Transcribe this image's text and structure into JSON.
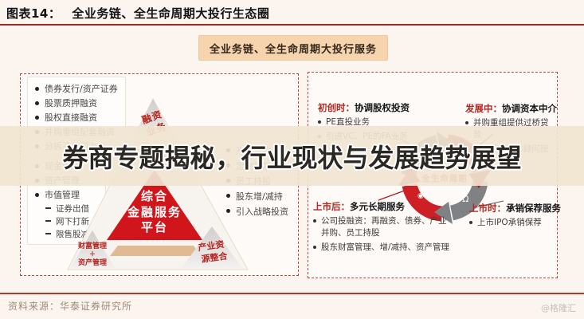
{
  "page": {
    "fig_label": "图表14：",
    "fig_title": "全业务链、全生命周期大投行生态圈",
    "banner": "全业务链、全生命周期大投行服务",
    "watermark": "券商专题揭秘，行业现状与发展趋势展望",
    "source": "资料来源：华泰证券研究所",
    "credit": "@格隆汇"
  },
  "left_panel": {
    "services_left": [
      "债券发行/资产证券",
      "股票质押融资",
      "股权直接融资",
      "并购重组配套融资",
      "分拆子公司上市",
      "现金管理",
      "资产管理",
      "市值管理"
    ],
    "sub_services": [
      "证券出借",
      "网下打新",
      "限售股减持"
    ],
    "services_right": [
      "产业并购",
      "定向增发",
      "员工持股",
      "股东增/减持",
      "引入战略投资"
    ],
    "pyramid": {
      "top_line1": "融资",
      "top_line2": "业务",
      "center_line1": "综合",
      "center_line2": "金融服务",
      "center_line3": "平台",
      "bottom_left_line1": "财富管理",
      "bottom_left_plus": "＋",
      "bottom_left_line2": "资产管理",
      "bottom_right_line1": "产业资",
      "bottom_right_line2": "源整合"
    }
  },
  "right_panel": {
    "center_label": "全生命周期",
    "quadrants": {
      "startup": {
        "stage": "初创时：",
        "title": "协调股权投资",
        "items": [
          "PE直投业务",
          "引进VC、PE的FA业务"
        ]
      },
      "growth": {
        "stage": "发展中：",
        "title": "协调资本中介",
        "items": [
          "并购重组提供过桥贷款",
          "并购重组财务顾问服务"
        ]
      },
      "post_ipo": {
        "stage": "上市后：",
        "title": "多元长期服务",
        "items": [
          "公司投融资：再融资、债券、产业并购、员工持股",
          "股东财富管理、增/减持、资产管理"
        ]
      },
      "ipo": {
        "stage": "上市时：",
        "title": "承销保荐服务",
        "items": [
          "上市IPO承销保荐"
        ]
      }
    },
    "icons": {
      "gear": "⚙",
      "edit": "✎",
      "bell": "Ω",
      "coin": "◉"
    }
  },
  "colors": {
    "accent_red": "#a2291e",
    "pyramid_red": "#d0151b",
    "band_tan": "#e0ba93",
    "banner_bg": "#f6d5ae",
    "arrow_gray": "#595a5d",
    "arrow_red": "#c01d24"
  }
}
